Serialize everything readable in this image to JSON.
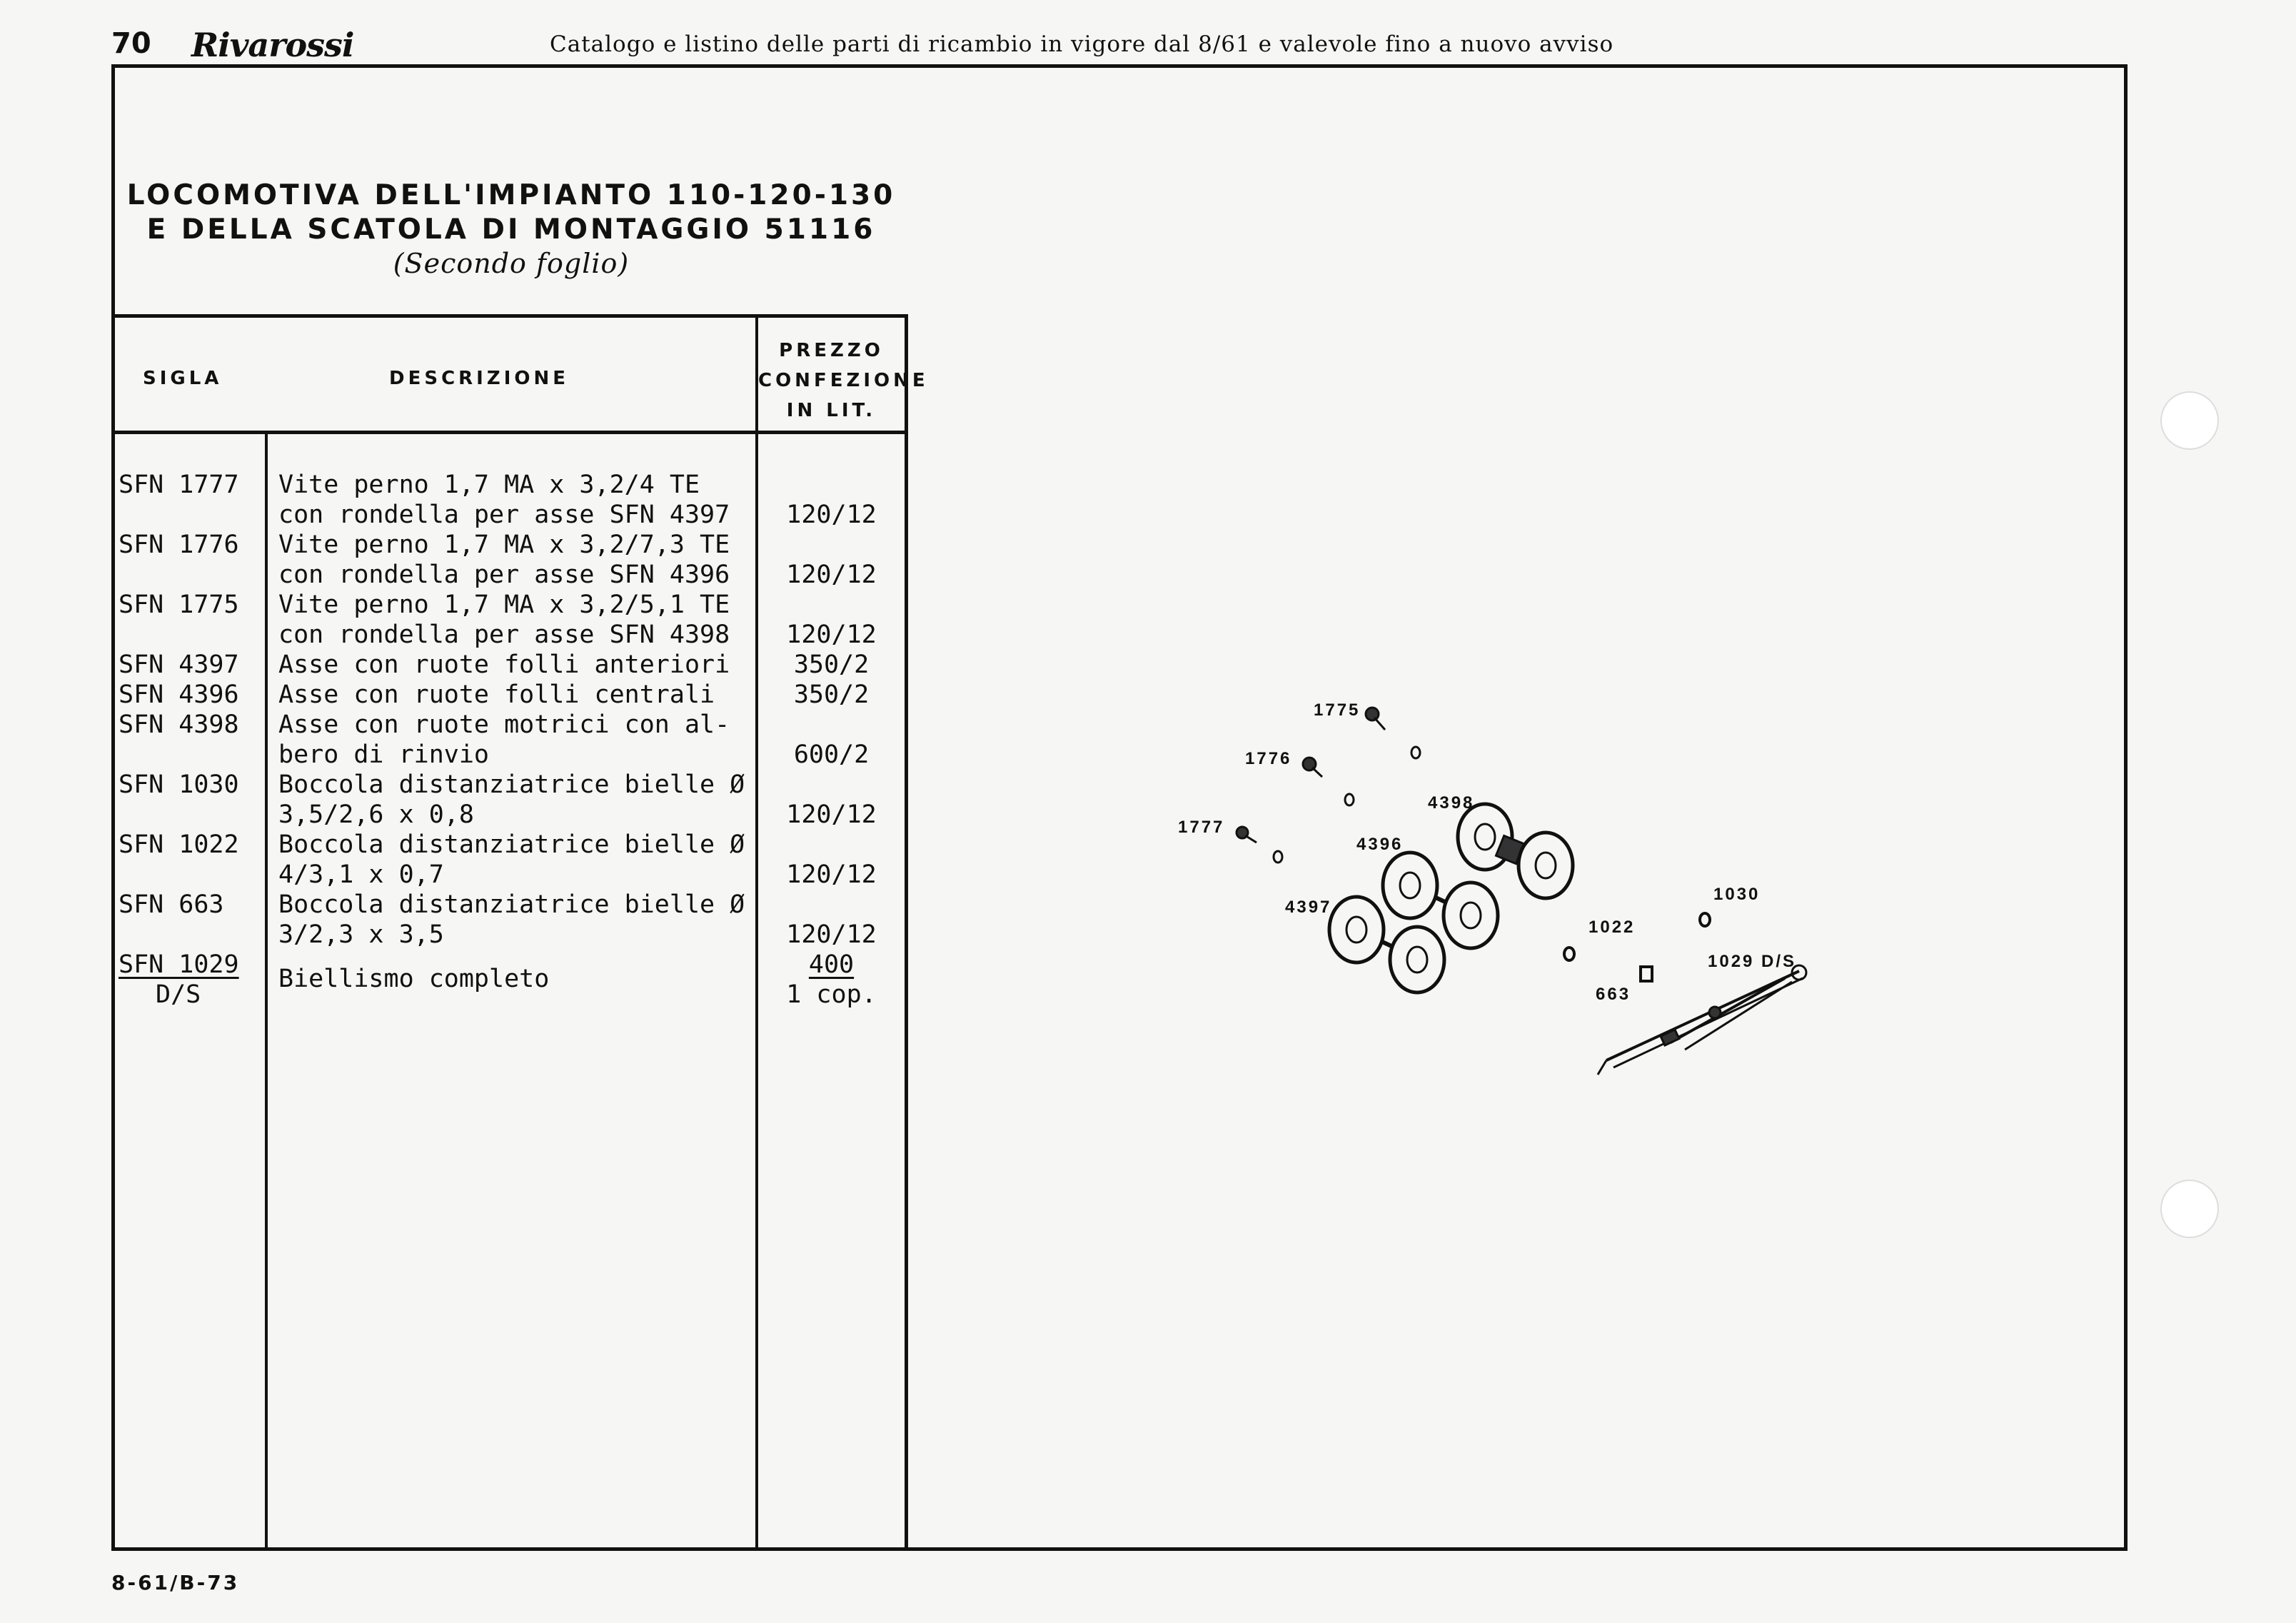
{
  "header": {
    "page_number": "70",
    "brand": "Rivarossi",
    "catalog_line": "Catalogo e listino delle parti di ricambio in vigore dal 8/61 e valevole fino a nuovo avviso"
  },
  "title": {
    "line1": "LOCOMOTIVA DELL'IMPIANTO 110-120-130",
    "line2": "E DELLA SCATOLA DI MONTAGGIO 51116",
    "subtitle": "(Secondo foglio)"
  },
  "table": {
    "headers": {
      "sigla": "SIGLA",
      "descrizione": "DESCRIZIONE",
      "prezzo_1": "PREZZO",
      "prezzo_2": "CONFEZIONE",
      "prezzo_3": "IN LIT."
    },
    "rows": [
      {
        "sigla": "SFN 1777",
        "desc1": "Vite perno 1,7 MA x 3,2/4 TE",
        "desc2": "con rondella per asse SFN 4397",
        "price": "120/12"
      },
      {
        "sigla": "SFN 1776",
        "desc1": "Vite perno 1,7 MA x 3,2/7,3 TE",
        "desc2": "con rondella per asse SFN 4396",
        "price": "120/12"
      },
      {
        "sigla": "SFN 1775",
        "desc1": "Vite perno 1,7 MA x 3,2/5,1 TE",
        "desc2": "con rondella per asse SFN 4398",
        "price": "120/12"
      },
      {
        "sigla": "SFN 4397",
        "desc1": "Asse con ruote folli anteriori",
        "desc2": "",
        "price": "350/2"
      },
      {
        "sigla": "SFN 4396",
        "desc1": "Asse con ruote folli centrali",
        "desc2": "",
        "price": "350/2"
      },
      {
        "sigla": "SFN 4398",
        "desc1": "Asse con ruote motrici con al-",
        "desc2": "bero di rinvio",
        "price": "600/2"
      },
      {
        "sigla": "SFN 1030",
        "desc1": "Boccola distanziatrice bielle Ø",
        "desc2": "3,5/2,6 x 0,8",
        "price": "120/12"
      },
      {
        "sigla": "SFN 1022",
        "desc1": "Boccola distanziatrice bielle Ø",
        "desc2": "4/3,1 x 0,7",
        "price": "120/12"
      },
      {
        "sigla": "SFN 663",
        "desc1": "Boccola distanziatrice bielle Ø",
        "desc2": "3/2,3 x 3,5",
        "price": "120/12"
      }
    ],
    "last_row": {
      "sigla1": "SFN 1029",
      "sigla2": "D/S",
      "desc": "Biellismo completo",
      "price1": "400",
      "price2": "1 cop."
    }
  },
  "diagram_labels": {
    "p1775": "1775",
    "p1776": "1776",
    "p1777": "1777",
    "p4398": "4398",
    "p4396": "4396",
    "p4397": "4397",
    "p1030": "1030",
    "p1022": "1022",
    "p1029": "1029 D/S",
    "p663": "663"
  },
  "footer": {
    "code": "8-61/B-73"
  }
}
